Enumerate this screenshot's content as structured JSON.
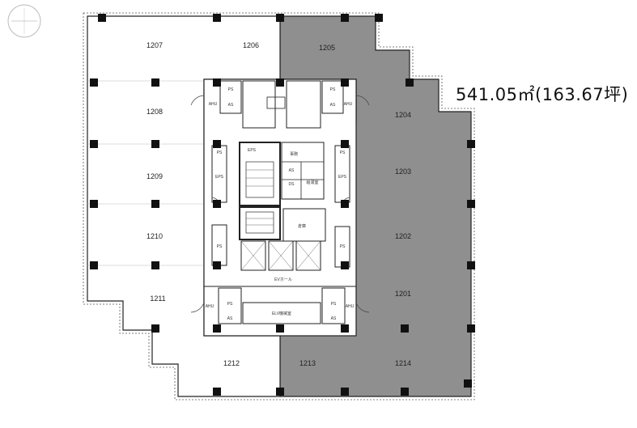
{
  "area_label": "541.05㎡(163.67坪)",
  "colors": {
    "leased_fill": "#8f8f8f",
    "vacant_fill": "#ffffff",
    "wall": "#222222",
    "column": "#111111"
  },
  "units": {
    "u1207": "1207",
    "u1206": "1206",
    "u1205": "1205",
    "u1204": "1204",
    "u1203": "1203",
    "u1202": "1202",
    "u1201": "1201",
    "u1208": "1208",
    "u1209": "1209",
    "u1210": "1210",
    "u1211": "1211",
    "u1212": "1212",
    "u1213": "1213",
    "u1214": "1214"
  },
  "core_labels": {
    "ev_hall": "EVホール",
    "elv_machine": "ELV機械室",
    "eps": "EPS",
    "ps": "PS",
    "ahu": "AHU",
    "kitchen": "給湯室",
    "storage": "倉庫",
    "office": "事務",
    "as": "AS",
    "ds": "DS"
  }
}
